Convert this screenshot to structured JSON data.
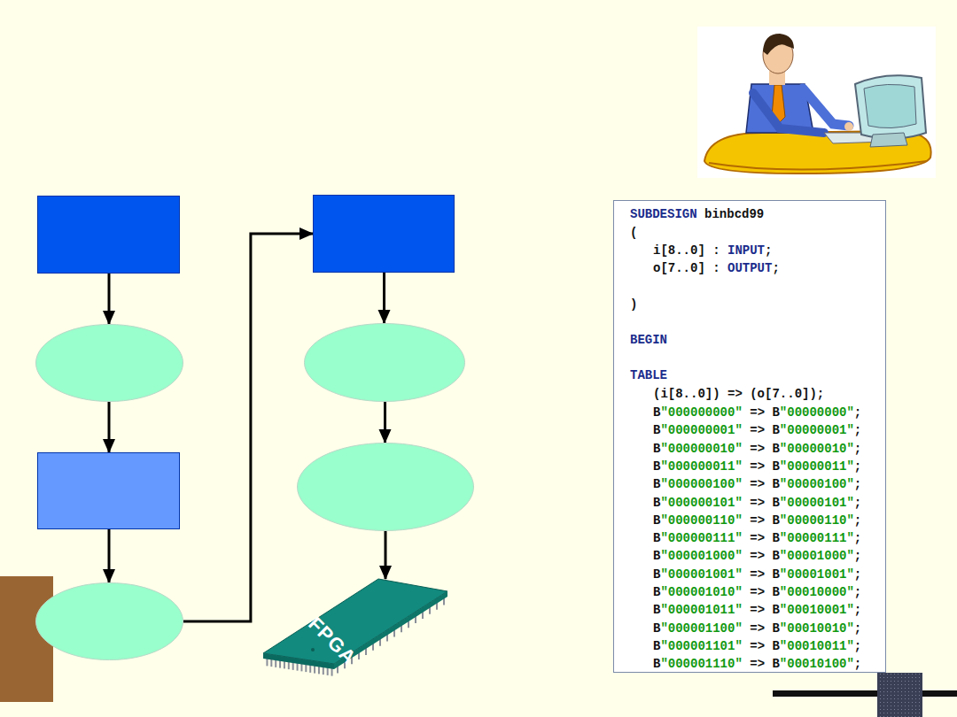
{
  "diagram": {
    "nodes": [
      {
        "text": []
      },
      {
        "text": []
      },
      {
        "text": []
      },
      {
        "text": []
      },
      {
        "text": []
      },
      {
        "text": []
      },
      {
        "text": []
      },
      {
        "text": [
          "FPGA"
        ]
      }
    ],
    "edges": [
      {
        "from": 0,
        "to": 1,
        "arrow": "to"
      },
      {
        "from": 1,
        "to": 2,
        "arrow": "to"
      },
      {
        "from": 2,
        "to": 3,
        "arrow": "to"
      },
      {
        "from": 3,
        "to": 4,
        "arrow": "to"
      },
      {
        "from": 4,
        "to": 5,
        "arrow": "to"
      },
      {
        "from": 5,
        "to": 6,
        "arrow": "to"
      },
      {
        "from": 6,
        "to": 7,
        "arrow": "to"
      }
    ],
    "labels": [
      "SUBDESIGN binbcd99",
      "(",
      "i[8..0] : INPUT;",
      "o[7..0] : OUTPUT;",
      ")",
      "BEGIN",
      "TABLE",
      "(i[8..0]) => (o[7..0]);",
      "B\"000000000\" => B\"00000000\";",
      "B\"000000001\" => B\"00000001\";",
      "B\"000000010\" => B\"00000010\";",
      "B\"000000011\" => B\"00000011\";",
      "B\"000000100\" => B\"00000100\";",
      "B\"000000101\" => B\"00000101\";",
      "B\"000000110\" => B\"00000110\";",
      "B\"000000111\" => B\"00000111\";",
      "B\"000001000\" => B\"00001000\";",
      "B\"000001001\" => B\"00001001\";",
      "B\"000001010\" => B\"00010000\";",
      "B\"000001011\" => B\"00010001\";",
      "B\"000001100\" => B\"00010010\";",
      "B\"000001101\" => B\"00010011\";",
      "B\"000001110\" => B\"00010100\";"
    ]
  }
}
